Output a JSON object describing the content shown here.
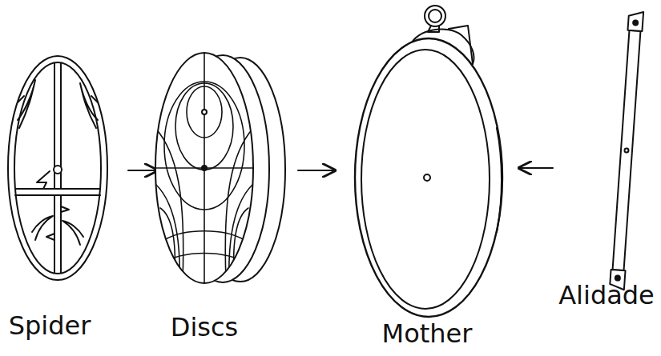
{
  "diagram": {
    "labels": [
      "Spider",
      "Discs",
      "Mother",
      "Alidade"
    ]
  }
}
